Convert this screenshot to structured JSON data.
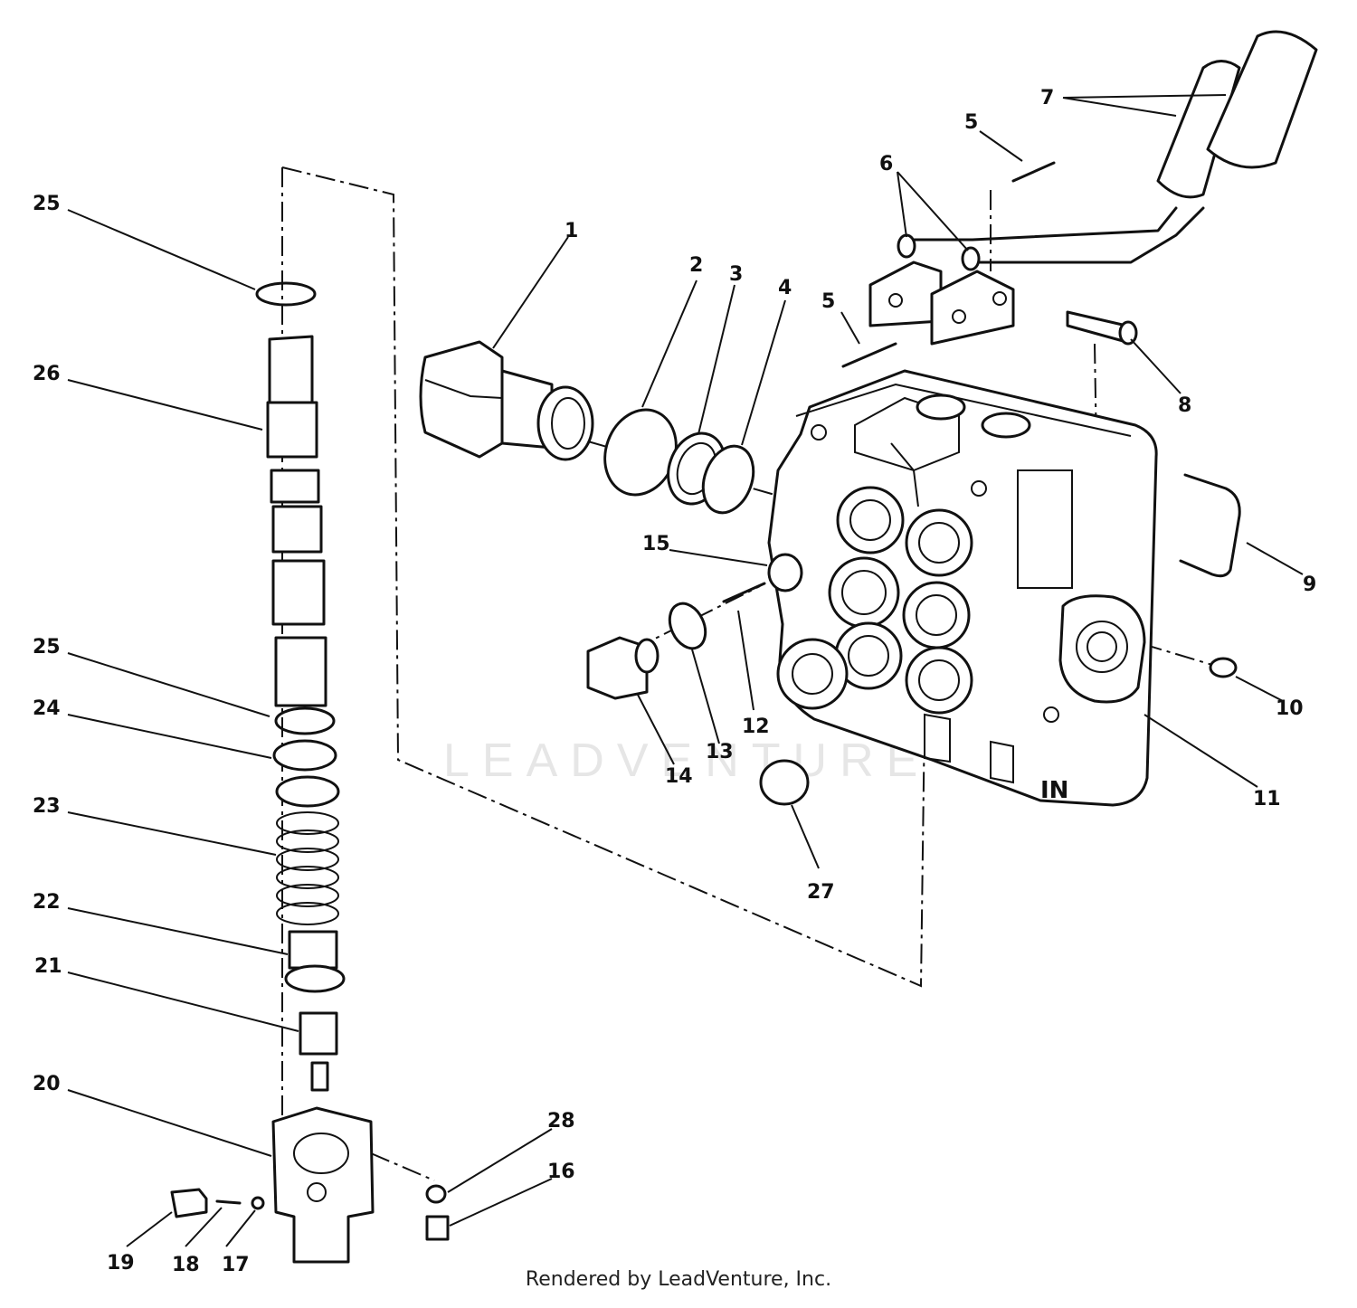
{
  "diagram": {
    "watermark": "LEADVENTURE",
    "block_marking": "IN",
    "footer": "Rendered by LeadVenture, Inc.",
    "callouts": [
      {
        "id": "c1",
        "text": "1"
      },
      {
        "id": "c2",
        "text": "2"
      },
      {
        "id": "c3",
        "text": "3"
      },
      {
        "id": "c4",
        "text": "4"
      },
      {
        "id": "c5a",
        "text": "5"
      },
      {
        "id": "c5b",
        "text": "5"
      },
      {
        "id": "c6",
        "text": "6"
      },
      {
        "id": "c7",
        "text": "7"
      },
      {
        "id": "c8",
        "text": "8"
      },
      {
        "id": "c9",
        "text": "9"
      },
      {
        "id": "c10",
        "text": "10"
      },
      {
        "id": "c11",
        "text": "11"
      },
      {
        "id": "c12",
        "text": "12"
      },
      {
        "id": "c13",
        "text": "13"
      },
      {
        "id": "c14",
        "text": "14"
      },
      {
        "id": "c15",
        "text": "15"
      },
      {
        "id": "c16",
        "text": "16"
      },
      {
        "id": "c17",
        "text": "17"
      },
      {
        "id": "c18",
        "text": "18"
      },
      {
        "id": "c19",
        "text": "19"
      },
      {
        "id": "c20",
        "text": "20"
      },
      {
        "id": "c21",
        "text": "21"
      },
      {
        "id": "c22",
        "text": "22"
      },
      {
        "id": "c23",
        "text": "23"
      },
      {
        "id": "c24",
        "text": "24"
      },
      {
        "id": "c25a",
        "text": "25"
      },
      {
        "id": "c25b",
        "text": "25"
      },
      {
        "id": "c26",
        "text": "26"
      },
      {
        "id": "c27",
        "text": "27"
      },
      {
        "id": "c28",
        "text": "28"
      }
    ]
  }
}
